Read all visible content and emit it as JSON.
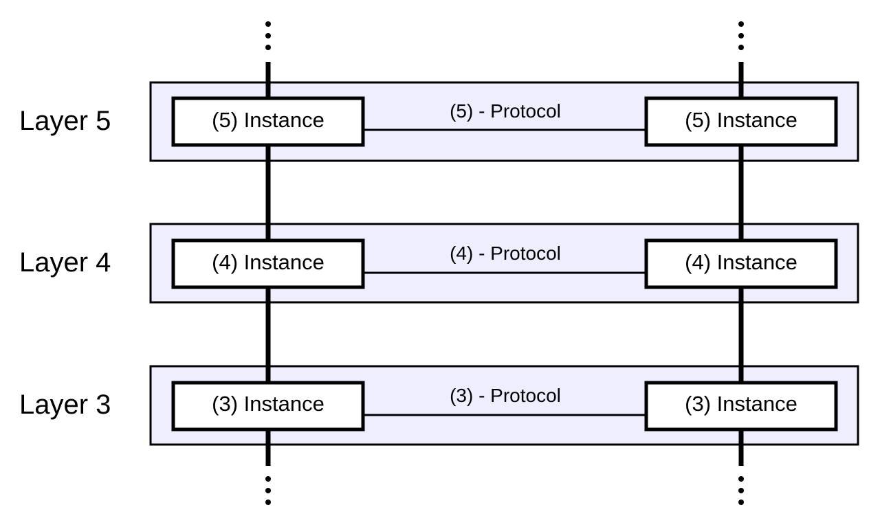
{
  "colors": {
    "layer_fill": "#eeeeff",
    "stroke": "#000000",
    "background": "#ffffff"
  },
  "layers": [
    {
      "label": "Layer 5",
      "left_instance": "(5) Instance",
      "right_instance": "(5) Instance",
      "protocol": "(5) - Protocol"
    },
    {
      "label": "Layer 4",
      "left_instance": "(4) Instance",
      "right_instance": "(4) Instance",
      "protocol": "(4) - Protocol"
    },
    {
      "label": "Layer 3",
      "left_instance": "(3) Instance",
      "right_instance": "(3) Instance",
      "protocol": "(3) - Protocol"
    }
  ]
}
